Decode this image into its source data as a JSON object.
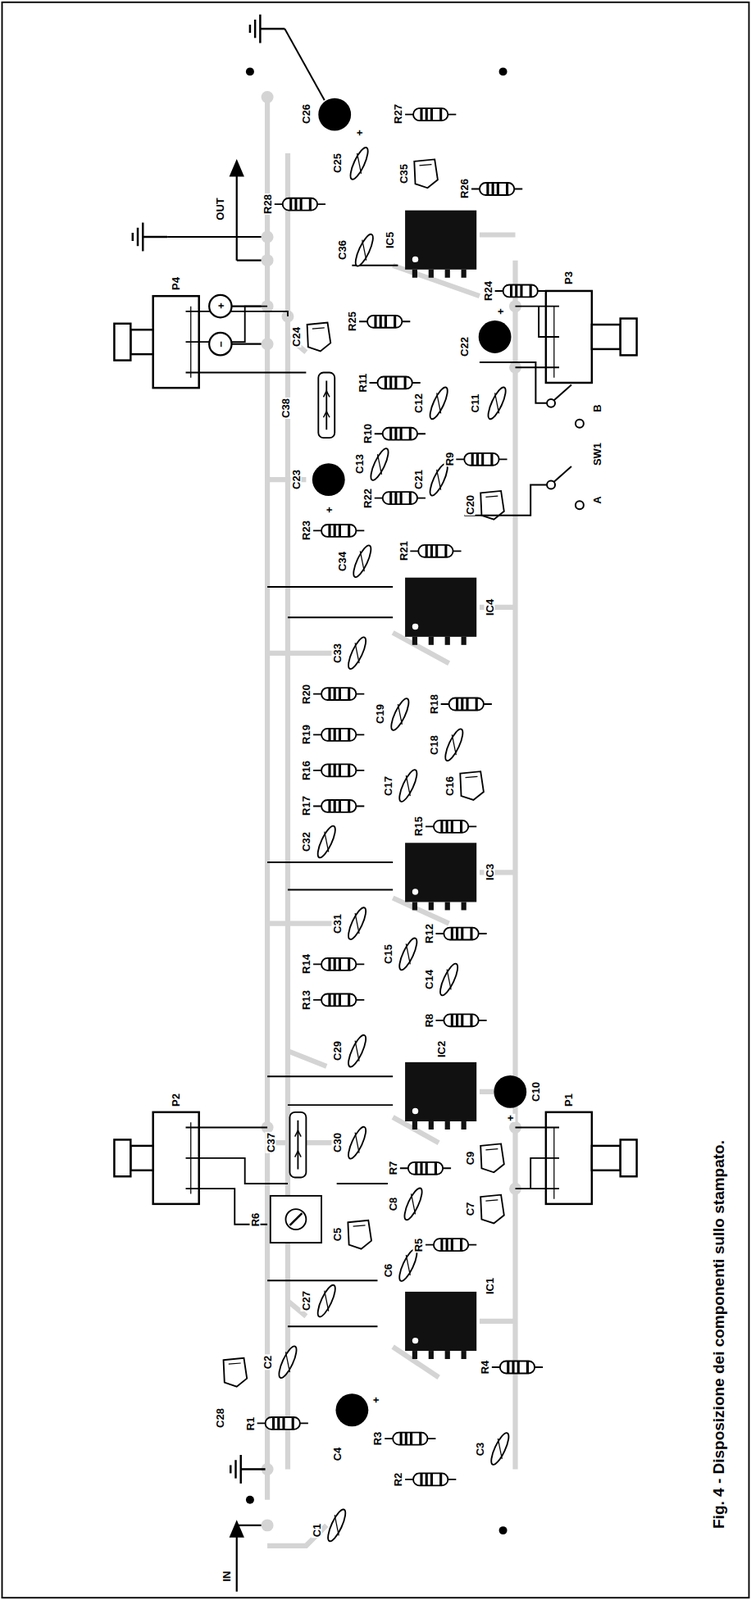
{
  "diagram": {
    "caption": "Fig. 4 - Disposizione dei componenti sullo stampato.",
    "labels": [
      "C26",
      "+",
      "R27",
      "C25",
      "C35",
      "OUT",
      "R28",
      "R26",
      "IC5",
      "C36",
      "R24",
      "P3",
      "+",
      "R25",
      "C24",
      "C22",
      "+",
      "−",
      "P4",
      "R11",
      "C12",
      "C11",
      "C38",
      "B",
      "R10",
      "SW1",
      "R9",
      "C13",
      "C23",
      "C21",
      "R22",
      "A",
      "C20",
      "+",
      "R23",
      "R21",
      "C34",
      "IC4",
      "C33",
      "R20",
      "R18",
      "C19",
      "R19",
      "C18",
      "R16",
      "C17",
      "C16",
      "R17",
      "R15",
      "C32",
      "IC3",
      "C31",
      "R12",
      "C15",
      "R14",
      "C14",
      "R13",
      "R8",
      "C29",
      "IC2",
      "C10",
      "P2",
      "P1",
      "+",
      "C30",
      "C37",
      "C9",
      "R7",
      "C8",
      "C7",
      "R6",
      "C5",
      "R5",
      "C6",
      "IC1",
      "C27",
      "C2",
      "R4",
      "C28",
      "R1",
      "+",
      "R3",
      "C3",
      "C4",
      "R2",
      "C1",
      "IN"
    ]
  }
}
